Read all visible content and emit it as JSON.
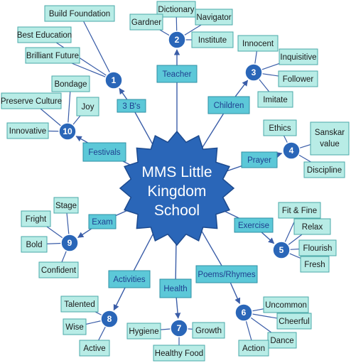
{
  "center": {
    "lines": [
      "MMS Little",
      "Kingdom",
      "School"
    ]
  },
  "colors": {
    "center": "#2a66b8",
    "node": "#2a66b8",
    "category_box": "#5cc8d8",
    "leaf_box": "#b8ece6",
    "line": "#3a5da8"
  },
  "categories": [
    {
      "number": "1",
      "label": "3 B's",
      "items": [
        "Build Foundation",
        "Best Education",
        "Brilliant Future"
      ]
    },
    {
      "number": "2",
      "label": "Teacher",
      "items": [
        "Dictionary",
        "Gardner",
        "Navigator",
        "Institute"
      ]
    },
    {
      "number": "3",
      "label": "Children",
      "items": [
        "Innocent",
        "Inquisitive",
        "Follower",
        "Imitate"
      ]
    },
    {
      "number": "4",
      "label": "Prayer",
      "items": [
        "Ethics",
        "Sanskar value",
        "Discipline"
      ]
    },
    {
      "number": "5",
      "label": "Exercise",
      "items": [
        "Fit & Fine",
        "Relax",
        "Flourish",
        "Fresh"
      ]
    },
    {
      "number": "6",
      "label": "Poems/Rhymes",
      "items": [
        "Uncommon",
        "Cheerful",
        "Dance",
        "Action"
      ]
    },
    {
      "number": "7",
      "label": "Health",
      "items": [
        "Hygiene",
        "Growth",
        "Healthy Food"
      ]
    },
    {
      "number": "8",
      "label": "Activities",
      "items": [
        "Talented",
        "Wise",
        "Active"
      ]
    },
    {
      "number": "9",
      "label": "Exam",
      "items": [
        "Stage",
        "Fright",
        "Bold",
        "Confident"
      ]
    },
    {
      "number": "10",
      "label": "Festivals",
      "items": [
        "Bondage",
        "Preserve Culture",
        "Joy",
        "Innovative"
      ]
    }
  ]
}
